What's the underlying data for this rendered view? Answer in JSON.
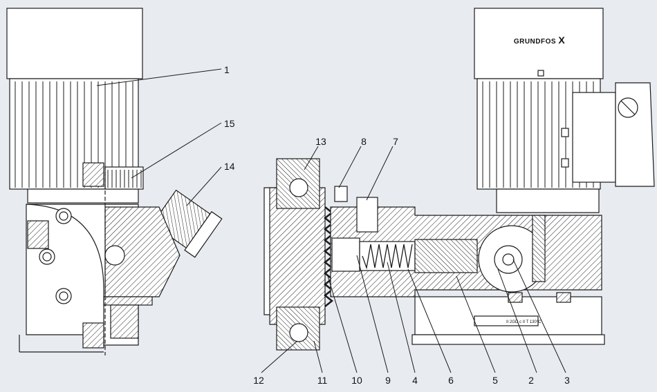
{
  "brand": {
    "name": "GRUNDFOS",
    "logo_mark": "X"
  },
  "nameplate": {
    "text": "II 2GD c II   T 130°C"
  },
  "callouts": [
    "1",
    "2",
    "3",
    "4",
    "5",
    "6",
    "7",
    "8",
    "9",
    "10",
    "11",
    "12",
    "13",
    "14",
    "15"
  ],
  "colors": {
    "background": "#e8ecf1",
    "line": "#1a1a1a",
    "fill": "#ffffff"
  }
}
